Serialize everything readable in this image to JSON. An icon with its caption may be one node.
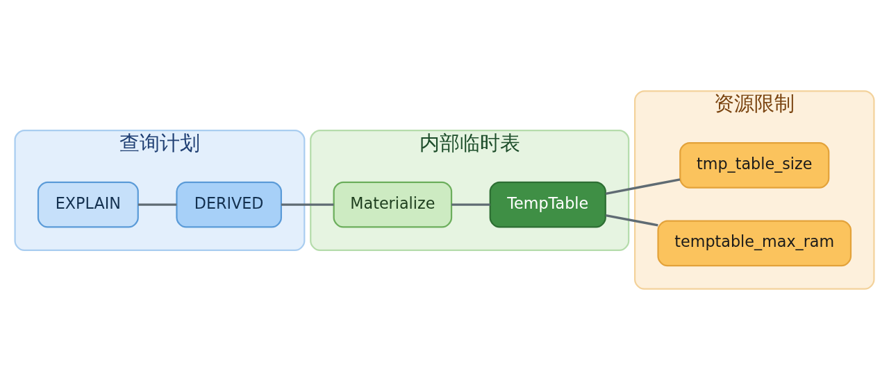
{
  "diagram": {
    "nodes": [
      {
        "text": [
          "查询计划"
        ]
      },
      {
        "text": [
          "EXPLAIN"
        ],
        "in": 0
      },
      {
        "text": [
          "DERIVED"
        ],
        "in": 0
      },
      {
        "text": [
          "内部临时表"
        ]
      },
      {
        "text": [
          "Materialize"
        ],
        "in": 3
      },
      {
        "text": [
          "TempTable"
        ],
        "in": 3
      },
      {
        "text": [
          "资源限制"
        ]
      },
      {
        "text": [
          "tmp_table_size"
        ],
        "in": 6
      },
      {
        "text": [
          "temptable_max_ram"
        ],
        "in": 6
      }
    ],
    "edges": [
      {
        "from": 1,
        "to": 2,
        "arrow": "none"
      },
      {
        "from": 2,
        "to": 4,
        "arrow": "none"
      },
      {
        "from": 4,
        "to": 5,
        "arrow": "none"
      },
      {
        "from": 5,
        "to": 7,
        "arrow": "none"
      },
      {
        "from": 5,
        "to": 8,
        "arrow": "none"
      }
    ]
  }
}
